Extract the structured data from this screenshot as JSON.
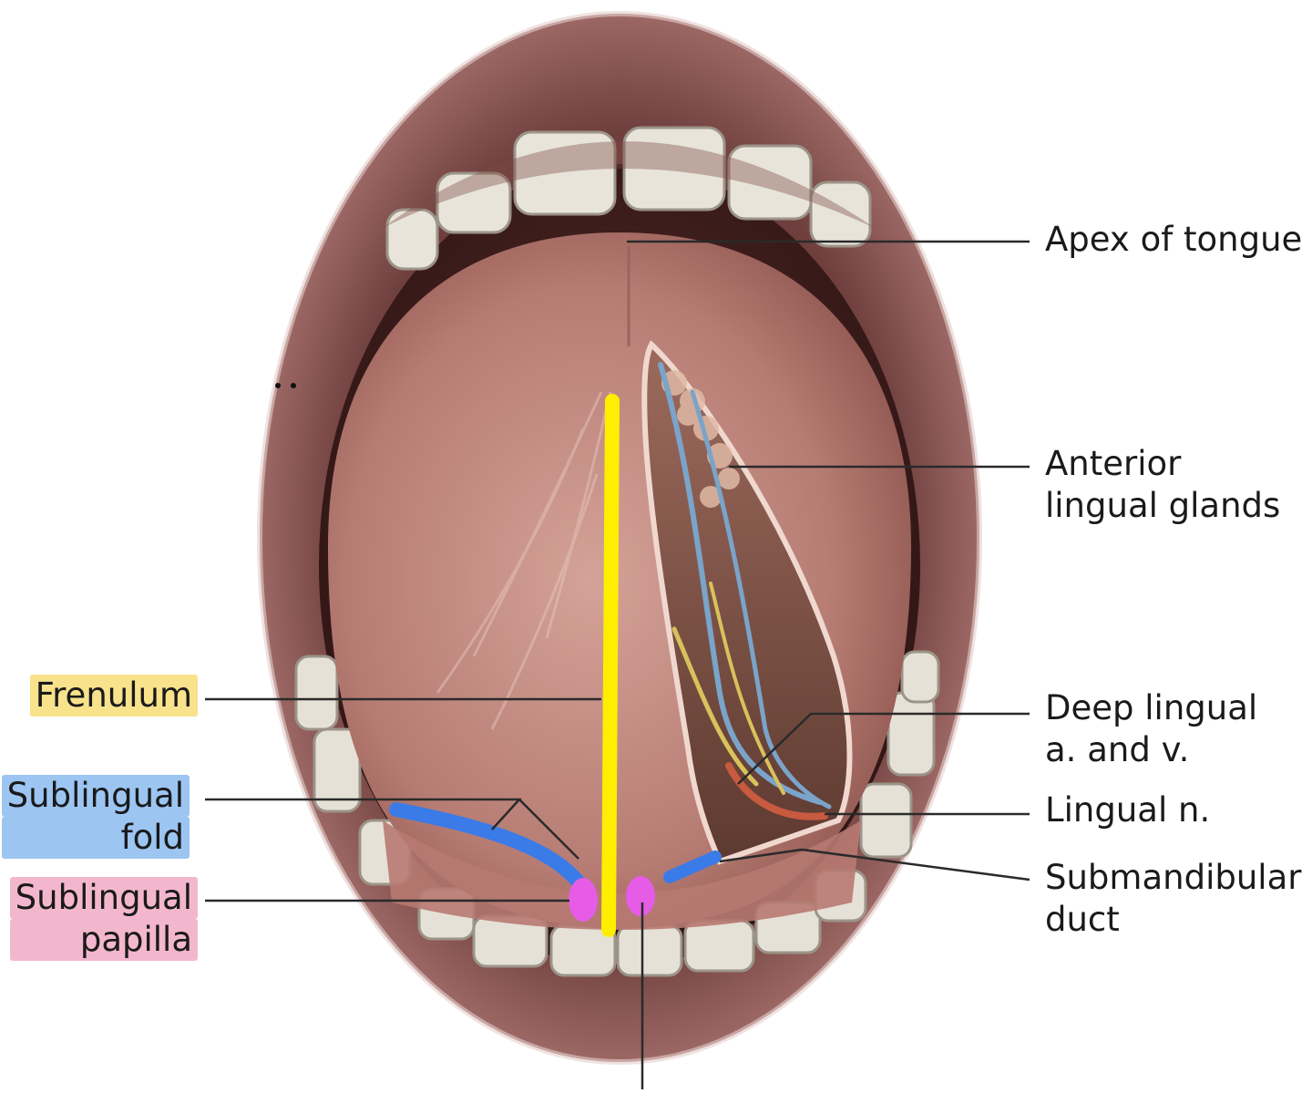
{
  "labels": {
    "apex": [
      "Apex of tongue"
    ],
    "glands": [
      "Anterior",
      "lingual glands"
    ],
    "frenulum": [
      "Frenulum"
    ],
    "deep": [
      "Deep lingual",
      "a. and v."
    ],
    "lingual_n": [
      "Lingual n."
    ],
    "sub_fold": [
      "Sublingual",
      "fold"
    ],
    "sub_duct": [
      "Submandibular",
      "duct"
    ],
    "sub_papilla": [
      "Sublingual",
      "papilla"
    ]
  },
  "colors": {
    "frenulum_highlight": "#f8e28c",
    "fold_highlight": "#9cc5f2",
    "papilla_highlight": "#f3b7cd",
    "frenulum_marker": "#ffee00",
    "fold_marker": "#3a7be8",
    "papilla_marker": "#e65ce6",
    "lip": "#8a5552",
    "tongue": "#c88f85",
    "mouth_cavity": "#3a1c1a"
  }
}
